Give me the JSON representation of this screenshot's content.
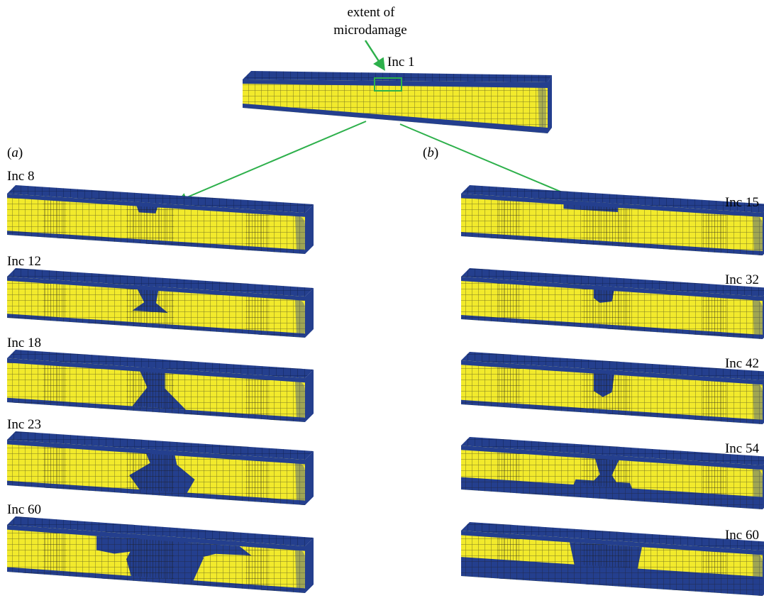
{
  "annotation": {
    "line1": "extent of",
    "line2": "microdamage"
  },
  "colors": {
    "intact": "#f2ea2c",
    "damaged": "#243f8e",
    "mesh": "#1b1b1b",
    "arrow": "#2db04b"
  },
  "top_beam": {
    "label": "Inc 1"
  },
  "panel_a": {
    "tag_open": "(",
    "tag_letter": "a",
    "tag_close": ")",
    "beams": [
      {
        "label": "Inc 8"
      },
      {
        "label": "Inc 12"
      },
      {
        "label": "Inc 18"
      },
      {
        "label": "Inc 23"
      },
      {
        "label": "Inc 60"
      }
    ]
  },
  "panel_b": {
    "tag_open": "(",
    "tag_letter": "b",
    "tag_close": ")",
    "beams": [
      {
        "label": "Inc 15"
      },
      {
        "label": "Inc 32"
      },
      {
        "label": "Inc 42"
      },
      {
        "label": "Inc 54"
      },
      {
        "label": "Inc 60"
      }
    ]
  }
}
